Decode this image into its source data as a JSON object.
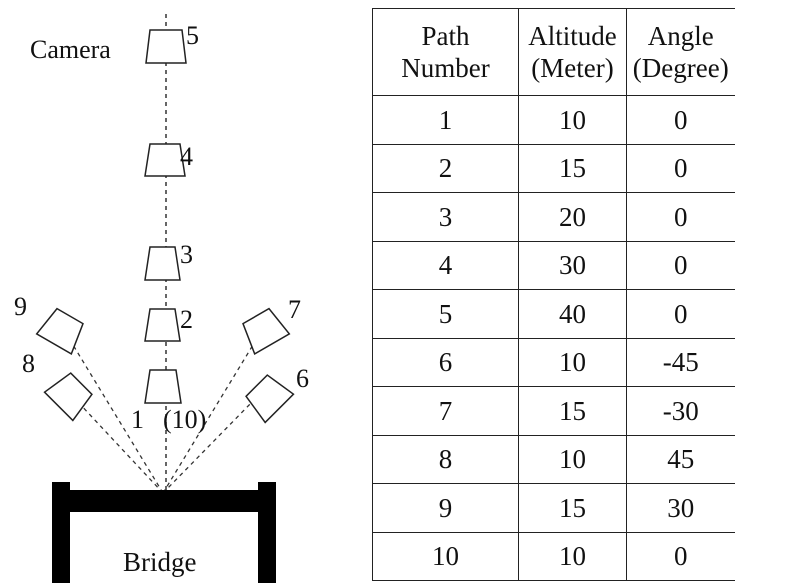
{
  "diagram": {
    "camera_label": "Camera",
    "bridge_label": "Bridge",
    "camera_numbers": {
      "c1": "1",
      "c1_alt": "(10)",
      "c2": "2",
      "c3": "3",
      "c4": "4",
      "c5": "5",
      "c6": "6",
      "c7": "7",
      "c8": "8",
      "c9": "9"
    }
  },
  "table": {
    "headers": [
      "Path\nNumber",
      "Altitude\n(Meter)",
      "Angle\n(Degree)"
    ],
    "rows": [
      [
        "1",
        "10",
        "0"
      ],
      [
        "2",
        "15",
        "0"
      ],
      [
        "3",
        "20",
        "0"
      ],
      [
        "4",
        "30",
        "0"
      ],
      [
        "5",
        "40",
        "0"
      ],
      [
        "6",
        "10",
        "-45"
      ],
      [
        "7",
        "15",
        "-30"
      ],
      [
        "8",
        "10",
        "45"
      ],
      [
        "9",
        "15",
        "30"
      ],
      [
        "10",
        "10",
        "0"
      ]
    ]
  }
}
